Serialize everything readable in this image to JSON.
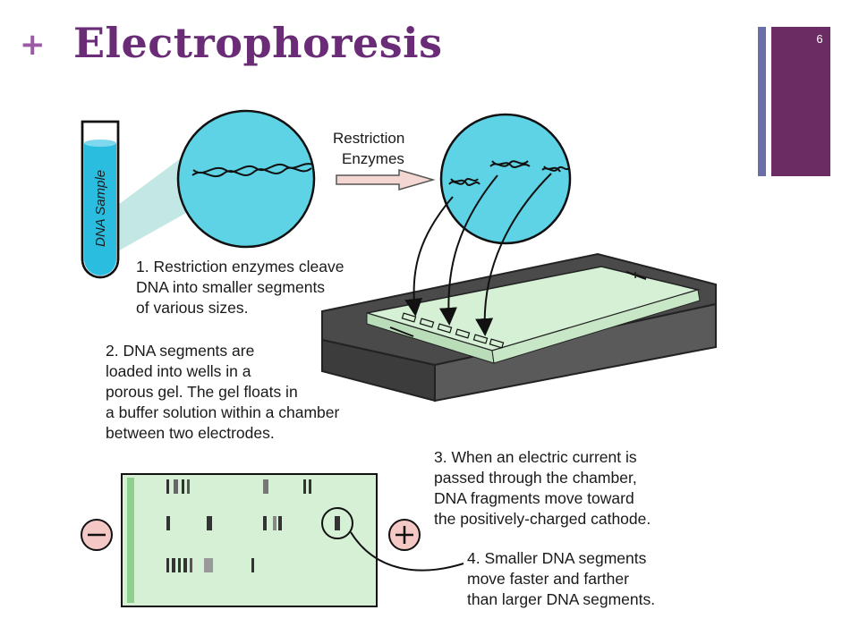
{
  "slide": {
    "title": "Electrophoresis",
    "bullet": "+",
    "number": "6"
  },
  "colors": {
    "title": "#6a2c76",
    "accent_bar": "#6a2c62",
    "thin_bar": "#6b6fa8",
    "circle_fill": "#5ed3e6",
    "gel_fill": "#d6f0d6"
  },
  "diagram": {
    "tube_label": "DNA Sample",
    "arrow_label_line1": "Restriction",
    "arrow_label_line2": "Enzymes",
    "step1": [
      "1. Restriction enzymes cleave",
      "DNA into smaller segments",
      "of various sizes."
    ],
    "step2": [
      "2. DNA segments are",
      "loaded into wells in a",
      "porous gel.  The gel floats in",
      "a buffer solution within a chamber",
      "between two electrodes."
    ],
    "step3": [
      "3. When an electric current is",
      "passed through the chamber,",
      "DNA fragments move toward",
      "the positively-charged cathode."
    ],
    "step4": [
      "4. Smaller DNA segments",
      "move faster and farther",
      "than larger DNA segments."
    ],
    "negative_sign": "−",
    "positive_sign": "+",
    "chamber_minus": "−",
    "chamber_plus": "+"
  }
}
